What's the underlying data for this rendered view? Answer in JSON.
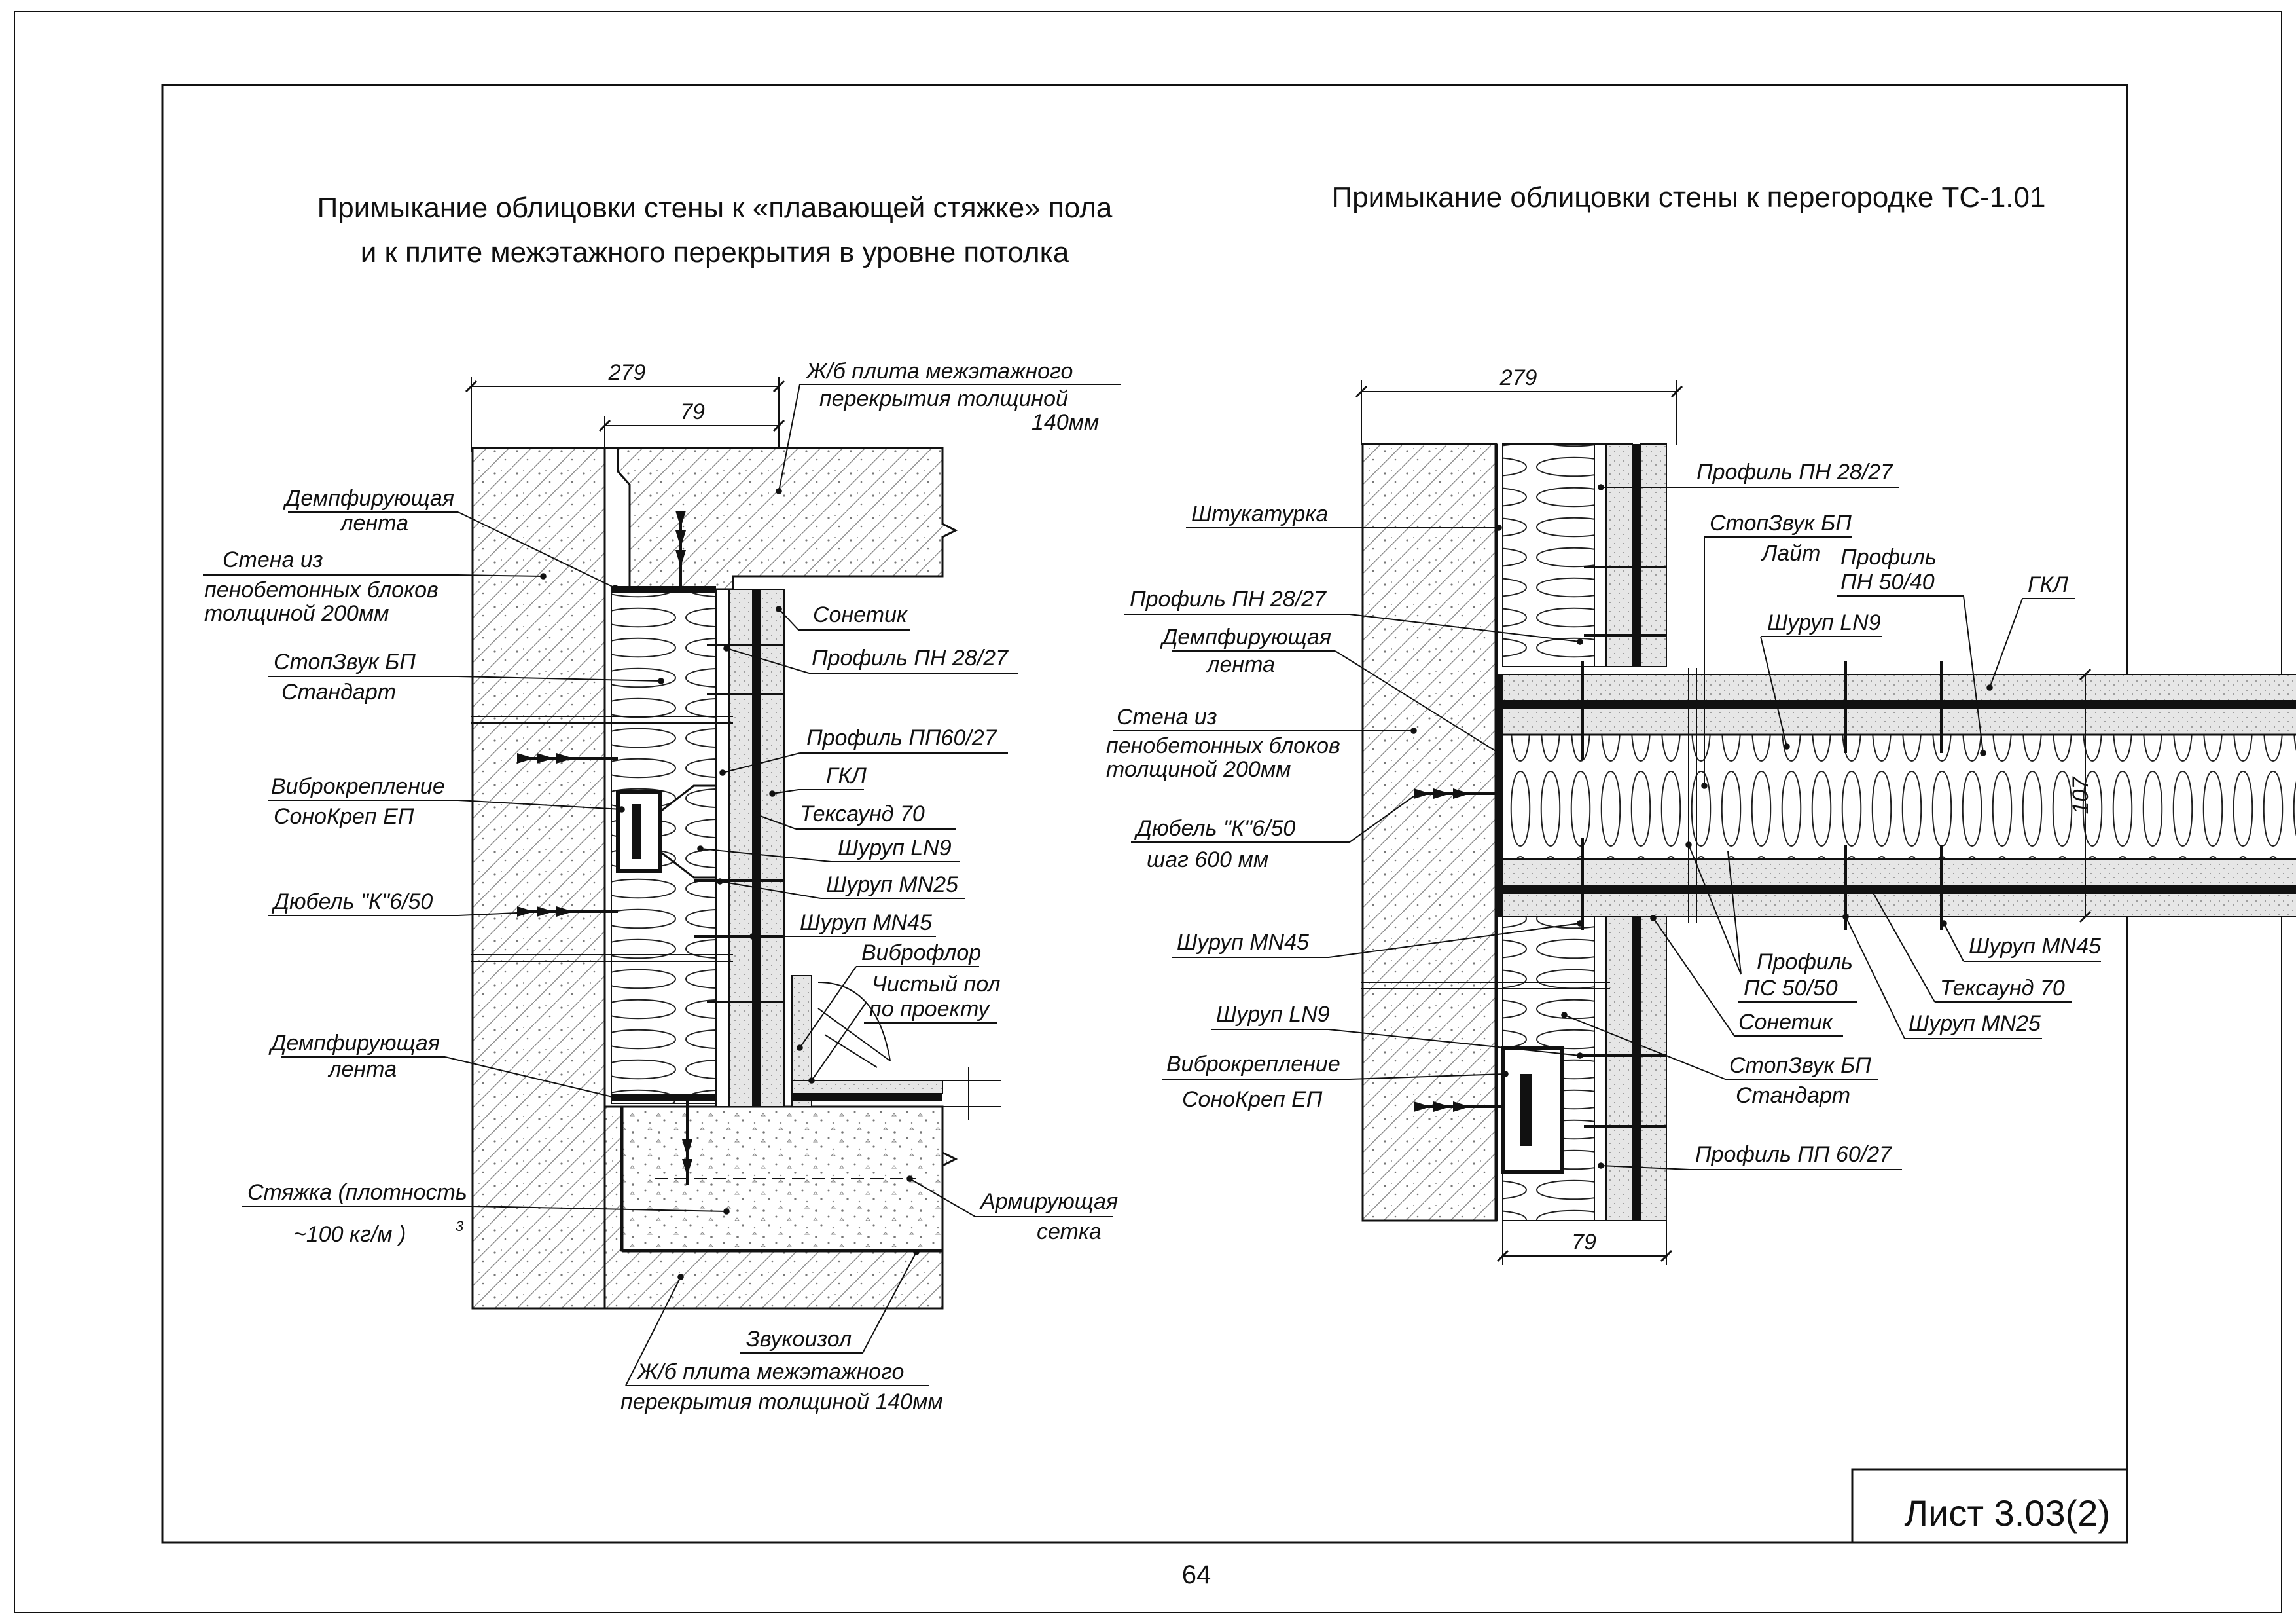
{
  "sheet": {
    "sheet_number": "Лист 3.03(2)",
    "page_number": "64"
  },
  "left_detail": {
    "title_line1": "Примыкание облицовки стены к «плавающей стяжке» пола",
    "title_line2": "и к плите межэтажного перекрытия в уровне потолка",
    "dim_overall": "279",
    "dim_lining": "79",
    "labels": {
      "slab_top_l1": "Ж/б плита   межэтажного",
      "slab_top_l2": "перекрытия  толщиной",
      "slab_top_l3": "140мм",
      "damper_top_l1": "Демпфирующая",
      "damper_top_l2": "лента",
      "wall_l1": "Стена из",
      "wall_l2": "пенобетонных блоков",
      "wall_l3": "толщиной 200мм",
      "stopzvuk_l1": "СтопЗвук БП",
      "stopzvuk_l2": "Стандарт",
      "vibro_l1": "Виброкрепление",
      "vibro_l2": "СоноКреп ЕП",
      "dowel": "Дюбель \"К\"6/50",
      "damper_bot_l1": "Демпфирующая",
      "damper_bot_l2": "лента",
      "screed_l1": "Стяжка (плотность",
      "screed_l2": "~100 кг/м )",
      "screed_sup": "3",
      "sonetik": "Сонетик",
      "profile_pn": "Профиль ПН 28/27",
      "profile_pp": "Профиль ПП60/27",
      "gkl": "ГКЛ",
      "teksaund": "Тексаунд 70",
      "screw_ln9": "Шуруп LN9",
      "screw_mn25": "Шуруп MN25",
      "screw_mn45": "Шуруп MN45",
      "vibroflor": "Виброфлор",
      "clean_floor_l1": "Чистый пол",
      "clean_floor_l2": "по проекту",
      "mesh_l1": "Армирующая",
      "mesh_l2": "сетка",
      "zvukoizol": "Звукоизол",
      "slab_bot_l1": "Ж/б плита  межэтажного",
      "slab_bot_l2": "перекрытия  толщиной  140мм"
    }
  },
  "right_detail": {
    "title": "Примыкание облицовки стены к перегородке ТС-1.01",
    "dim_overall": "279",
    "dim_lining": "79",
    "dim_partition": "107",
    "labels": {
      "plaster": "Штукатурка",
      "profile_pn_top": "Профиль ПН 28/27",
      "stopzvuk_lite_l1": "СтопЗвук БП",
      "stopzvuk_lite_l2": "Лайт",
      "profile_pn50_l1": "Профиль",
      "profile_pn50_l2": "ПН 50/40",
      "gkl": "ГКЛ",
      "profile_pn_left": "Профиль  ПН 28/27",
      "damper_l1": "Демпфирующая",
      "damper_l2": "лента",
      "screw_ln9_top": "Шуруп LN9",
      "wall_l1": "Стена из",
      "wall_l2": "пенобетонных  блоков",
      "wall_l3": "толщиной 200мм",
      "dowel_l1": "Дюбель \"К\"6/50",
      "dowel_l2": "шаг 600 мм",
      "screw_mn45_left": "Шуруп  MN45",
      "screw_ln9_left": "Шуруп  LN9",
      "vibro_l1": "Виброкрепление",
      "vibro_l2": "СоноКреп ЕП",
      "profile_ps_l1": "Профиль",
      "profile_ps_l2": "ПС 50/50",
      "sonetik": "Сонетик",
      "stopzvuk_std_l1": "СтопЗвук БП",
      "stopzvuk_std_l2": "Стандарт",
      "profile_pp": "Профиль ПП 60/27",
      "screw_mn45_right": "Шуруп  MN45",
      "teksaund": "Тексаунд 70",
      "screw_mn25": "Шуруп  MN25"
    }
  }
}
